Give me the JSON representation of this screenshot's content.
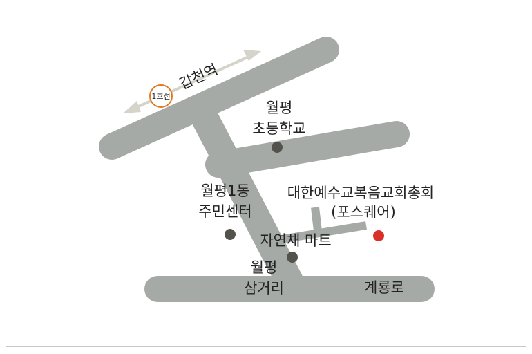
{
  "colors": {
    "road": "#a6aaa7",
    "arrow": "#d4d4ca",
    "marker": "#54524c",
    "destination": "#d9302a",
    "badge_ring": "#e07a22"
  },
  "station": {
    "name": "갑천역",
    "line_badge": "1호선"
  },
  "landmarks": {
    "school": [
      "월평",
      "초등학교"
    ],
    "community_center": [
      "월평1동",
      "주민센터"
    ],
    "mart": "자연채 마트",
    "intersection": [
      "월평",
      "삼거리"
    ],
    "road_name": "계룡로"
  },
  "destination": {
    "name": "대한예수교복음교회총회",
    "subtitle": "(포스퀘어)"
  }
}
